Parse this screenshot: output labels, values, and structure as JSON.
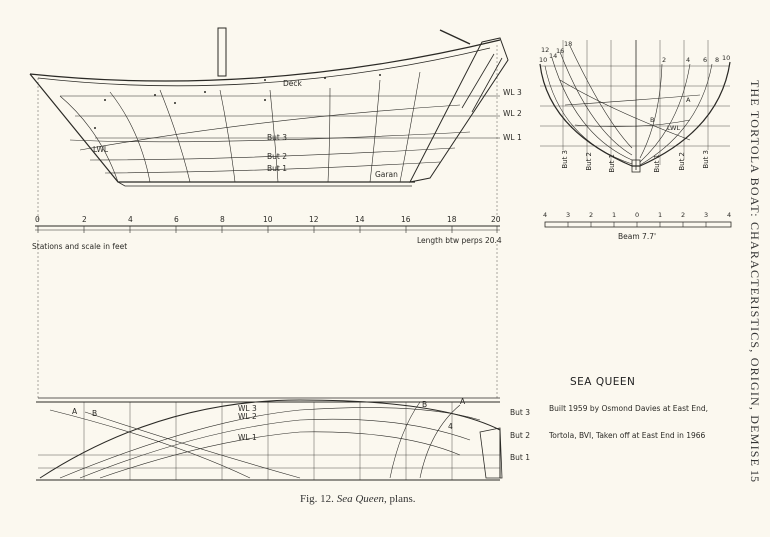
{
  "profile": {
    "deck_label": "Deck",
    "lwl_label": "LWL",
    "waterlines": [
      "WL 3",
      "WL 2",
      "WL 1"
    ],
    "buttocks": [
      "But 3",
      "But 2",
      "But 1"
    ],
    "keel_label": "Garan",
    "stations": [
      "0",
      "2",
      "4",
      "6",
      "8",
      "10",
      "12",
      "14",
      "16",
      "18",
      "20"
    ],
    "stations_caption": "Stations and scale in feet",
    "length_caption": "Length btw perps 20.4"
  },
  "body_plan": {
    "left_stations": [
      "10",
      "12",
      "14",
      "16",
      "18"
    ],
    "right_stations": [
      "2",
      "4",
      "6",
      "8",
      "10"
    ],
    "lwl_label": "LWL",
    "line_labels": [
      "A",
      "B"
    ],
    "buttock_labels_left": [
      "But 3",
      "But 2",
      "But 1"
    ],
    "buttock_labels_right": [
      "But 1",
      "But 2",
      "But 3"
    ],
    "scale_ticks": [
      "4",
      "3",
      "2",
      "1",
      "0",
      "1",
      "2",
      "3",
      "4"
    ],
    "beam_caption": "Beam 7.7'"
  },
  "half_breadth": {
    "waterlines": [
      "WL 3",
      "WL 2",
      "WL 1"
    ],
    "diagonal_labels_left": [
      "A",
      "B"
    ],
    "diagonal_labels_right": [
      "B",
      "A"
    ],
    "station_mark": "4",
    "buttocks": [
      "But 3",
      "But 2",
      "But 1"
    ]
  },
  "title_block": {
    "name": "SEA QUEEN",
    "built_line": "Built 1959 by Osmond Davies at East End,",
    "taken_line": "Tortola, BVI, Taken off at East End in 1966"
  },
  "caption": {
    "prefix": "Fig. 12.",
    "name": "Sea Queen",
    "suffix": ", plans."
  },
  "running_head": "THE TORTOLA BOAT: CHARACTERISTICS, ORIGIN, DEMISE",
  "page_number": "15"
}
